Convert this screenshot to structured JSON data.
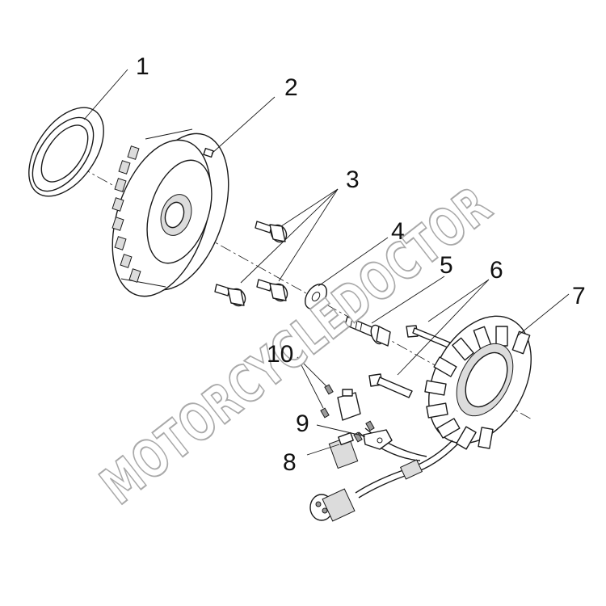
{
  "diagram": {
    "callouts": [
      {
        "id": "1",
        "label": "1"
      },
      {
        "id": "2",
        "label": "2"
      },
      {
        "id": "3",
        "label": "3"
      },
      {
        "id": "4",
        "label": "4"
      },
      {
        "id": "5",
        "label": "5"
      },
      {
        "id": "6",
        "label": "6"
      },
      {
        "id": "7",
        "label": "7"
      },
      {
        "id": "8",
        "label": "8"
      },
      {
        "id": "9",
        "label": "9"
      },
      {
        "id": "10",
        "label": "10"
      }
    ]
  },
  "watermark": {
    "text": "MOTORCYCLEDOCTOR",
    "color": "#a9a9a9"
  },
  "colors": {
    "line": "#1a1a1a",
    "background": "#ffffff"
  }
}
